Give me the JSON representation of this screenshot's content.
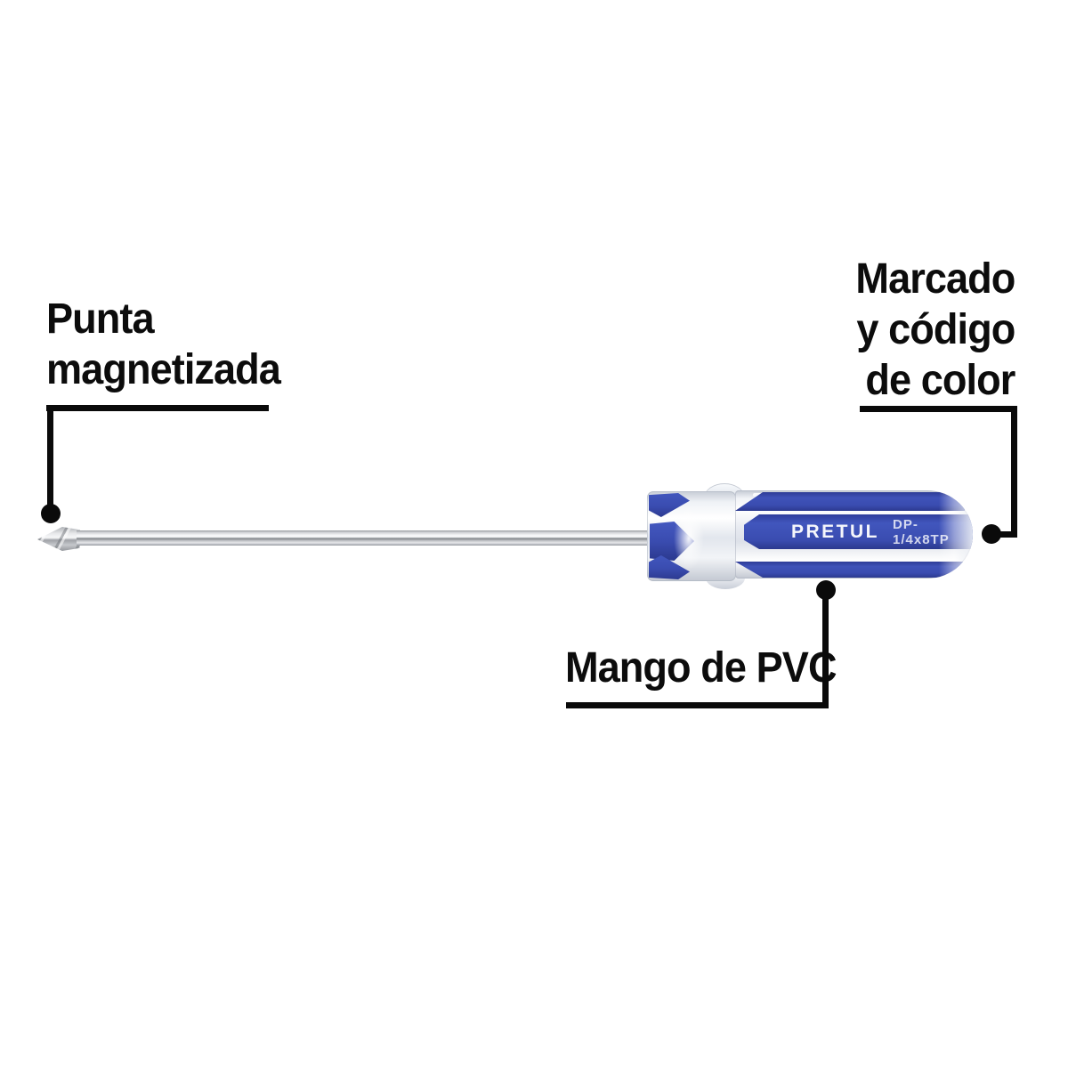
{
  "diagram_title": "Pretul screwdriver feature callout diagram",
  "product": {
    "brand": "PRETUL",
    "code": "DP-1/4x8TP"
  },
  "callouts": {
    "punta": {
      "lines": [
        "Punta",
        "magnetizada"
      ]
    },
    "marcado": {
      "lines": [
        "Marcado",
        "y código",
        "de color"
      ]
    },
    "mango": {
      "lines": [
        "Mango de PVC"
      ]
    }
  },
  "colors": {
    "handle_blue": "#3a4cb0",
    "handle_blue_dark": "#2c3a90",
    "clear_plastic": "#e9ecf2",
    "shaft_chrome": "#c9ccd1",
    "callout_line": "#0a0a0a",
    "background": "#ffffff",
    "label_text": "#0c0c0c"
  }
}
